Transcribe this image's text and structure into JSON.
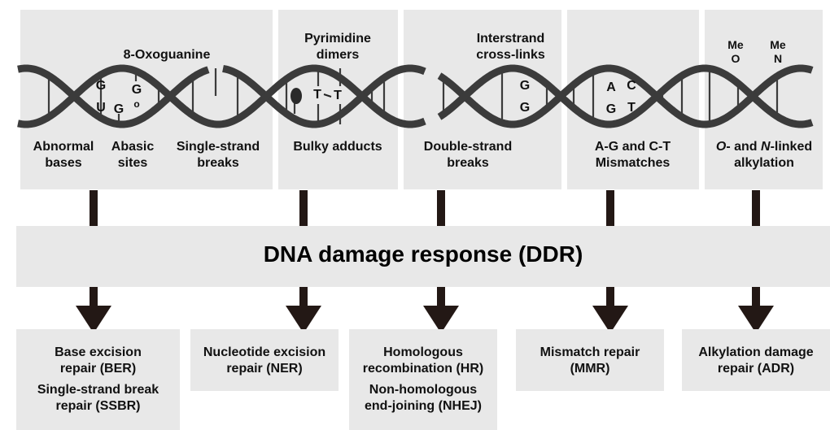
{
  "damage_types": [
    {
      "id": "abnormal-bases",
      "label": "Abnormal\nbases"
    },
    {
      "id": "abasic-sites",
      "label": "Abasic\nsites"
    },
    {
      "id": "single-strand-breaks",
      "label": "Single-strand\nbreaks"
    },
    {
      "id": "bulky-adducts",
      "label": "Bulky adducts"
    },
    {
      "id": "double-strand-breaks",
      "label": "Double-strand\nbreaks"
    },
    {
      "id": "mismatches",
      "label": "A-G and C-T\nMismatches"
    },
    {
      "id": "alkylation",
      "label_parts": [
        "O",
        "- and ",
        "N",
        "-linked"
      ],
      "label_line2": "alkylation"
    }
  ],
  "top_annotations": {
    "oxoguanine": "8-Oxoguanine",
    "pyrimidine_dimers": "Pyrimidine\ndimers",
    "crosslinks": "Interstrand\ncross-links"
  },
  "base_letters": {
    "abnormal_top": "G",
    "abnormal_bottom": "U",
    "abasic": "G",
    "oxo_top": "G",
    "oxo_bottom": "o",
    "dimer_left": "T",
    "dimer_right": "T",
    "crosslink_top": "G",
    "crosslink_bottom": "G",
    "mm1_top": "A",
    "mm1_bottom": "G",
    "mm2_top": "C",
    "mm2_bottom": "T",
    "alk_o_me": "Me",
    "alk_o": "O",
    "alk_n_me": "Me",
    "alk_n": "N"
  },
  "center": {
    "title": "DNA damage response (DDR)"
  },
  "repair_pathways": [
    {
      "lines": [
        "Base excision\nrepair (BER)",
        "Single-strand break\nrepair (SSBR)"
      ]
    },
    {
      "lines": [
        "Nucleotide excision\nrepair (NER)"
      ]
    },
    {
      "lines": [
        "Homologous\nrecombination (HR)",
        "Non-homologous\nend-joining (NHEJ)"
      ]
    },
    {
      "lines": [
        "Mismatch repair\n(MMR)"
      ]
    },
    {
      "lines": [
        "Alkylation damage\nrepair (ADR)"
      ]
    }
  ],
  "colors": {
    "panel": "#e8e8e8",
    "strand": "#3b3b3b",
    "arrow": "#231815"
  }
}
